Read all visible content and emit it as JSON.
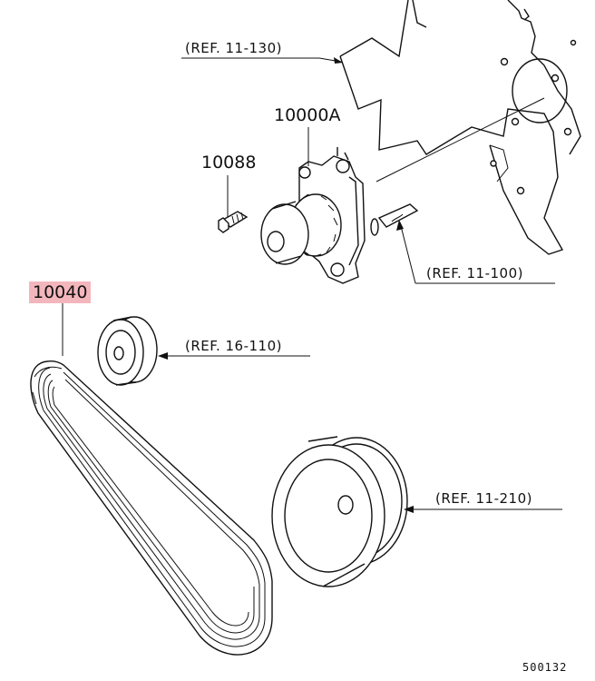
{
  "diagram": {
    "part_labels": {
      "water_pump": "10000A",
      "bolt": "10088",
      "belt": "10040"
    },
    "reference_labels": {
      "engine_cover": "(REF. 11-130)",
      "gasket": "(REF. 11-100)",
      "idler_pulley": "(REF. 16-110)",
      "crank_pulley": "(REF. 11-210)"
    },
    "diagram_code": "500132",
    "highlight_color": "#f4b6bd"
  }
}
